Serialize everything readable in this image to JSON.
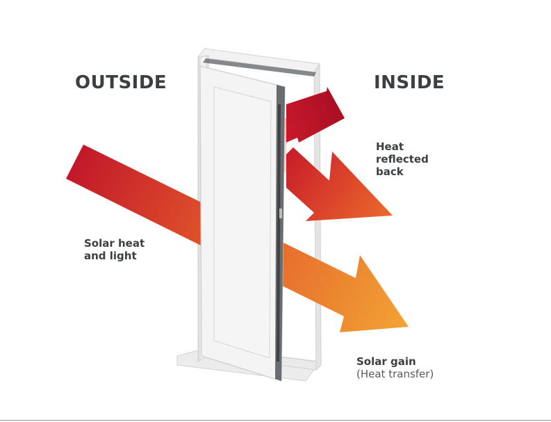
{
  "headings": {
    "outside": "OUTSIDE",
    "inside": "INSIDE"
  },
  "labels": {
    "reflected": [
      "Heat",
      "reflected",
      "back"
    ],
    "solar": [
      "Solar heat",
      "and light"
    ],
    "gain": "Solar gain",
    "gain_sub": "(Heat transfer)"
  },
  "colors": {
    "arrow_red": "#c0152a",
    "arrow_orange": "#e2572a",
    "arrow_amber": "#f2a334",
    "arrow_pink": "#f7b3a8",
    "text": "#3b3f42",
    "frame": "#eeeeee"
  }
}
